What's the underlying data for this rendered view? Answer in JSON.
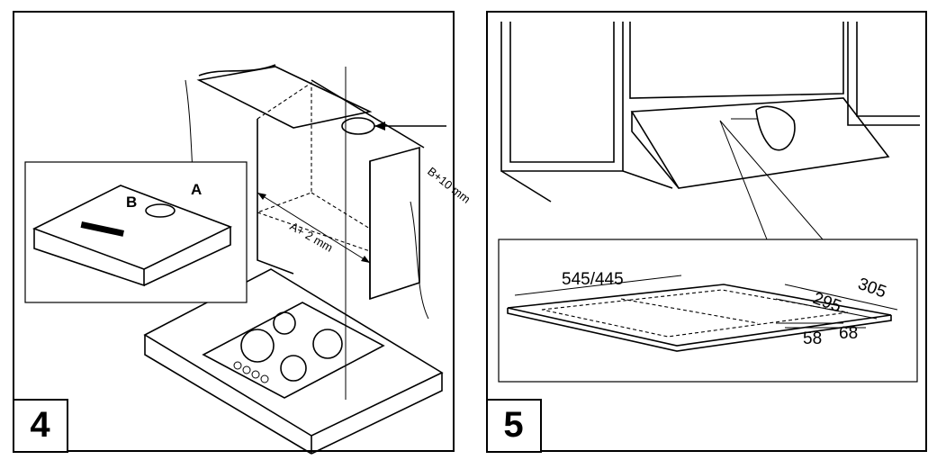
{
  "panels": [
    {
      "number": "4",
      "inset_labels": {
        "a": "A",
        "b": "B"
      },
      "dims": {
        "width": "A+ 2 mm",
        "depth": "B+10 mm"
      }
    },
    {
      "number": "5",
      "dims": {
        "d1": "545/445",
        "d2": "295",
        "d3": "305",
        "d4": "58",
        "d5": "68"
      }
    }
  ]
}
